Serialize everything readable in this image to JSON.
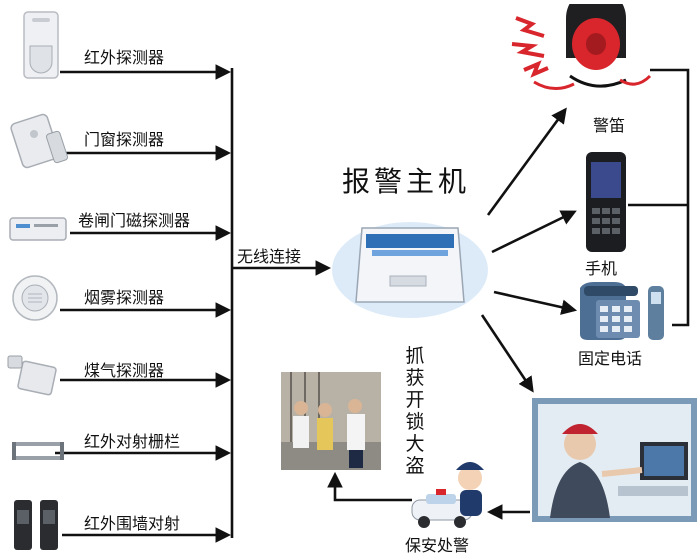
{
  "sensors": [
    {
      "label": "红外探测器",
      "icon": "infrared-detector-icon"
    },
    {
      "label": "门窗探测器",
      "icon": "door-window-detector-icon"
    },
    {
      "label": "卷闸门磁探测器",
      "icon": "rolling-door-magnetic-detector-icon"
    },
    {
      "label": "烟雾探测器",
      "icon": "smoke-detector-icon"
    },
    {
      "label": "煤气探测器",
      "icon": "gas-detector-icon"
    },
    {
      "label": "红外对射栅栏",
      "icon": "infrared-beam-fence-icon"
    },
    {
      "label": "红外围墙对射",
      "icon": "infrared-wall-beam-icon"
    }
  ],
  "connection_label": "无线连接",
  "host": {
    "title": "报警主机",
    "icon": "alarm-host-icon"
  },
  "outputs": {
    "siren": "警笛",
    "mobile": "手机",
    "landline": "固定电话"
  },
  "response": {
    "catch_text": "抓获开锁大盗",
    "security_label": "保安处警"
  },
  "colors": {
    "line": "#111111",
    "accent_red": "#d8262c",
    "panel_blue": "#4f8fd0"
  }
}
